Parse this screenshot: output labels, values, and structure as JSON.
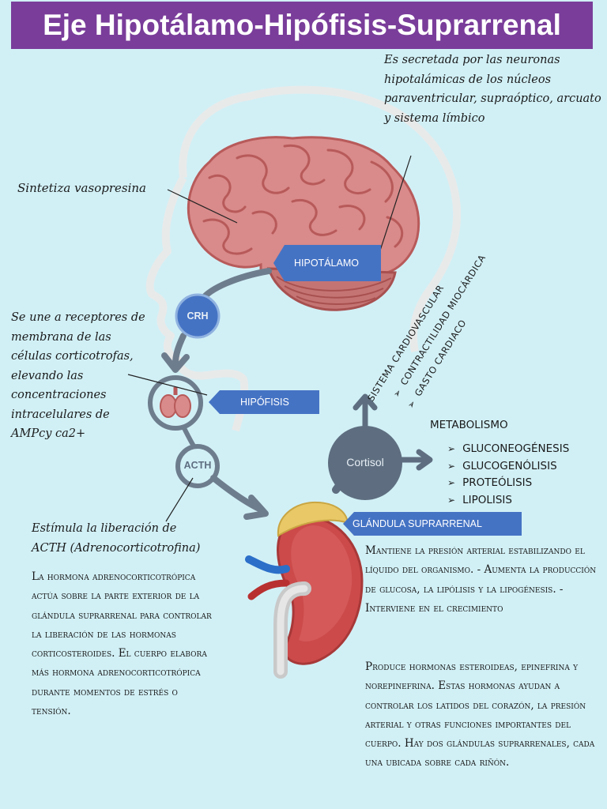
{
  "title": "Eje Hipotálamo-Hipófisis-Suprarrenal",
  "notes": {
    "secreted": "Es secretada por las neuronas hipotalámicas de los núcleos paraventricular, supraóptico, arcuato y sistema límbico",
    "vasopresina": "Sintetiza vasopresina",
    "receptores": "Se une a receptores de membrana de las células corticotrofas, elevando las concentraciones intracelulares de AMPcy ca2+",
    "acth_release": "Estímula la liberación de ACTH (Adrenocorticotrofina)",
    "hormona": "La hormona adrenocorticotrópica actúa sobre la parte exterior de la glándula suprarrenal para controlar la liberación de las hormonas corticosteroides. El cuerpo elabora más hormona adrenocorticotrópica durante momentos de estrés o tensión.",
    "presion": "Mantiene la presión arterial estabilizando el líquido del organismo. - Aumenta la producción de glucosa, la lipólisis y la lipogénesis. - Interviene en el crecimiento",
    "esteroideas": "Produce hormonas esteroideas, epinefrina y norepinefrina. Estas hormonas ayudan a controlar los latidos del corazón, la presión arterial y otras funciones importantes del cuerpo. Hay dos glándulas suprarrenales, cada una ubicada sobre cada riñón."
  },
  "tags": {
    "hipotalamo": "HIPOTÁLAMO",
    "hipofisis": "HIPÓFISIS",
    "suprarrenal": "GLÁNDULA SUPRARRENAL"
  },
  "circles": {
    "crh": "CRH",
    "acth": "ACTH",
    "cortisol": "Cortisol"
  },
  "cardio": {
    "heading": "SISTEMA CARDIOVASCULAR",
    "items": [
      "CONTRACTILIDAD MIOCÁRDICA",
      "GASTO CARDIACO"
    ]
  },
  "metabolismo": {
    "heading": "METABOLISMO",
    "items": [
      "GLUCONEOGÉNESIS",
      "GLUCOGENÓLISIS",
      "PROTEÓLISIS",
      "LIPOLISIS"
    ]
  },
  "colors": {
    "title_bg": "#7a3d9a",
    "background": "#d1f0f6",
    "tag_blue": "#4573c4",
    "circle_fill": "#5e6e80",
    "arrow_gray": "#6e7d8d",
    "brain_pink": "#d98a8a",
    "kidney_red": "#cc4a4a",
    "adrenal_yellow": "#e8c867"
  }
}
